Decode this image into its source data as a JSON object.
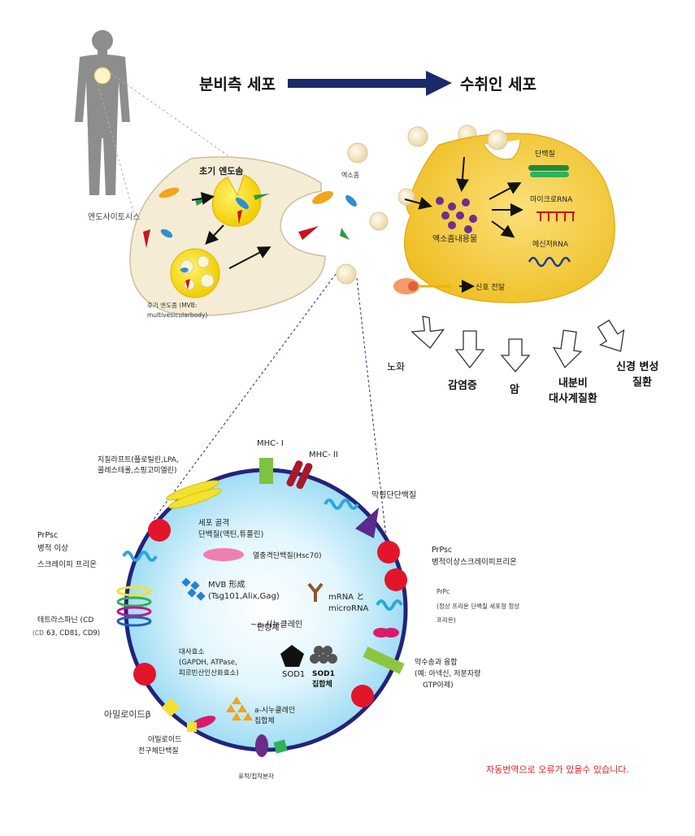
{
  "header": {
    "secreting_cell": "분비측 세포",
    "receiving_cell": "수취인 세포"
  },
  "top": {
    "endocytosis": "엔도사이토시스",
    "early_endosome": "초기 엔도솜",
    "late_endosome_line1": "후기 엔도좀 (MVB:",
    "late_endosome_line2": "multivesicularbody)",
    "exosome": "엑소좀",
    "exosome_contents": "엑소좀내용물",
    "protein": "단백질",
    "microrna": "마이크로RNA",
    "messenger_rna": "메신저RNA",
    "signal": "신호 전달"
  },
  "diseases": {
    "aging": "노화",
    "inflammation": "감염증",
    "cancer": "암",
    "endocrine_line1": "내분비",
    "endocrine_line2": "대사계질환",
    "neuro_line1": "신경 변성",
    "neuro_line2": "질환"
  },
  "bottom": {
    "mhc1": "MHC- I",
    "mhc2": "MHC- II",
    "lipid_raft_line1": "지질라프트(플로틸린,LPA,",
    "lipid_raft_line2": "콜레스테롤,스핑고미엘린)",
    "transmembrane": "막횡단단백질",
    "cytoskeleton_line1": "세포 골격",
    "cytoskeleton_line2": "단백질(액틴,튜플린)",
    "heat_shock": "열충격단백질(Hsc70)",
    "prpsc_left_line1": "PrPsc",
    "prpsc_left_line2": "병적 이상",
    "prpsc_left_line3": "스크레이피 프리온",
    "prpsc_right_line1": "PrPsc",
    "prpsc_right_line2": "병적이상스크레이피프리온",
    "prpc_line1": "PrPc",
    "prpc_line2": "(정상 프리온 단백질 세포형 정상",
    "prpc_line3": "프리온)",
    "mvb_line1": "MVB 形成",
    "mvb_line2": "(Tsg101,Alix,Gag)",
    "mrna_line1": "mRNA と",
    "mrna_line2": "microRNA",
    "tetraspanin_line1": "테트라스파닌 (CD",
    "tetraspanin_line2_a": "(CD",
    "tetraspanin_line2_b": "63, CD81, CD9)",
    "synuclein_mono_line1": "~a-시누클레인",
    "synuclein_mono_line2": "단량체",
    "enzyme_line1": "대사효소",
    "enzyme_line2": "(GAPDH, ATPase,",
    "enzyme_line3": "피르빈산인산화효소)",
    "sod1": "SOD1",
    "sod1_agg_line1": "SOD1",
    "sod1_agg_line2": "집합체",
    "fusion_line1": "막수송과 융합",
    "fusion_line2": "(예: 아넥신, 저분자량",
    "fusion_line3": "GTP아제)",
    "amyloid_beta": "아밀로이드β",
    "synuclein_agg_line1": "a-시누클레인",
    "synuclein_agg_line2": "집합체",
    "app_line1": "아밀로이드",
    "app_line2": "전구체단백질",
    "marker": "표적/접착분자"
  },
  "footer_note": "자동번역으로 오류가 있을수 있습니다.",
  "colors": {
    "arrow_navy": "#1b2a6b",
    "receiving_cell": "#f2c531",
    "secreting_cell": "#f5ecd5",
    "membrane": "#23237a",
    "note_red": "#e02020"
  }
}
